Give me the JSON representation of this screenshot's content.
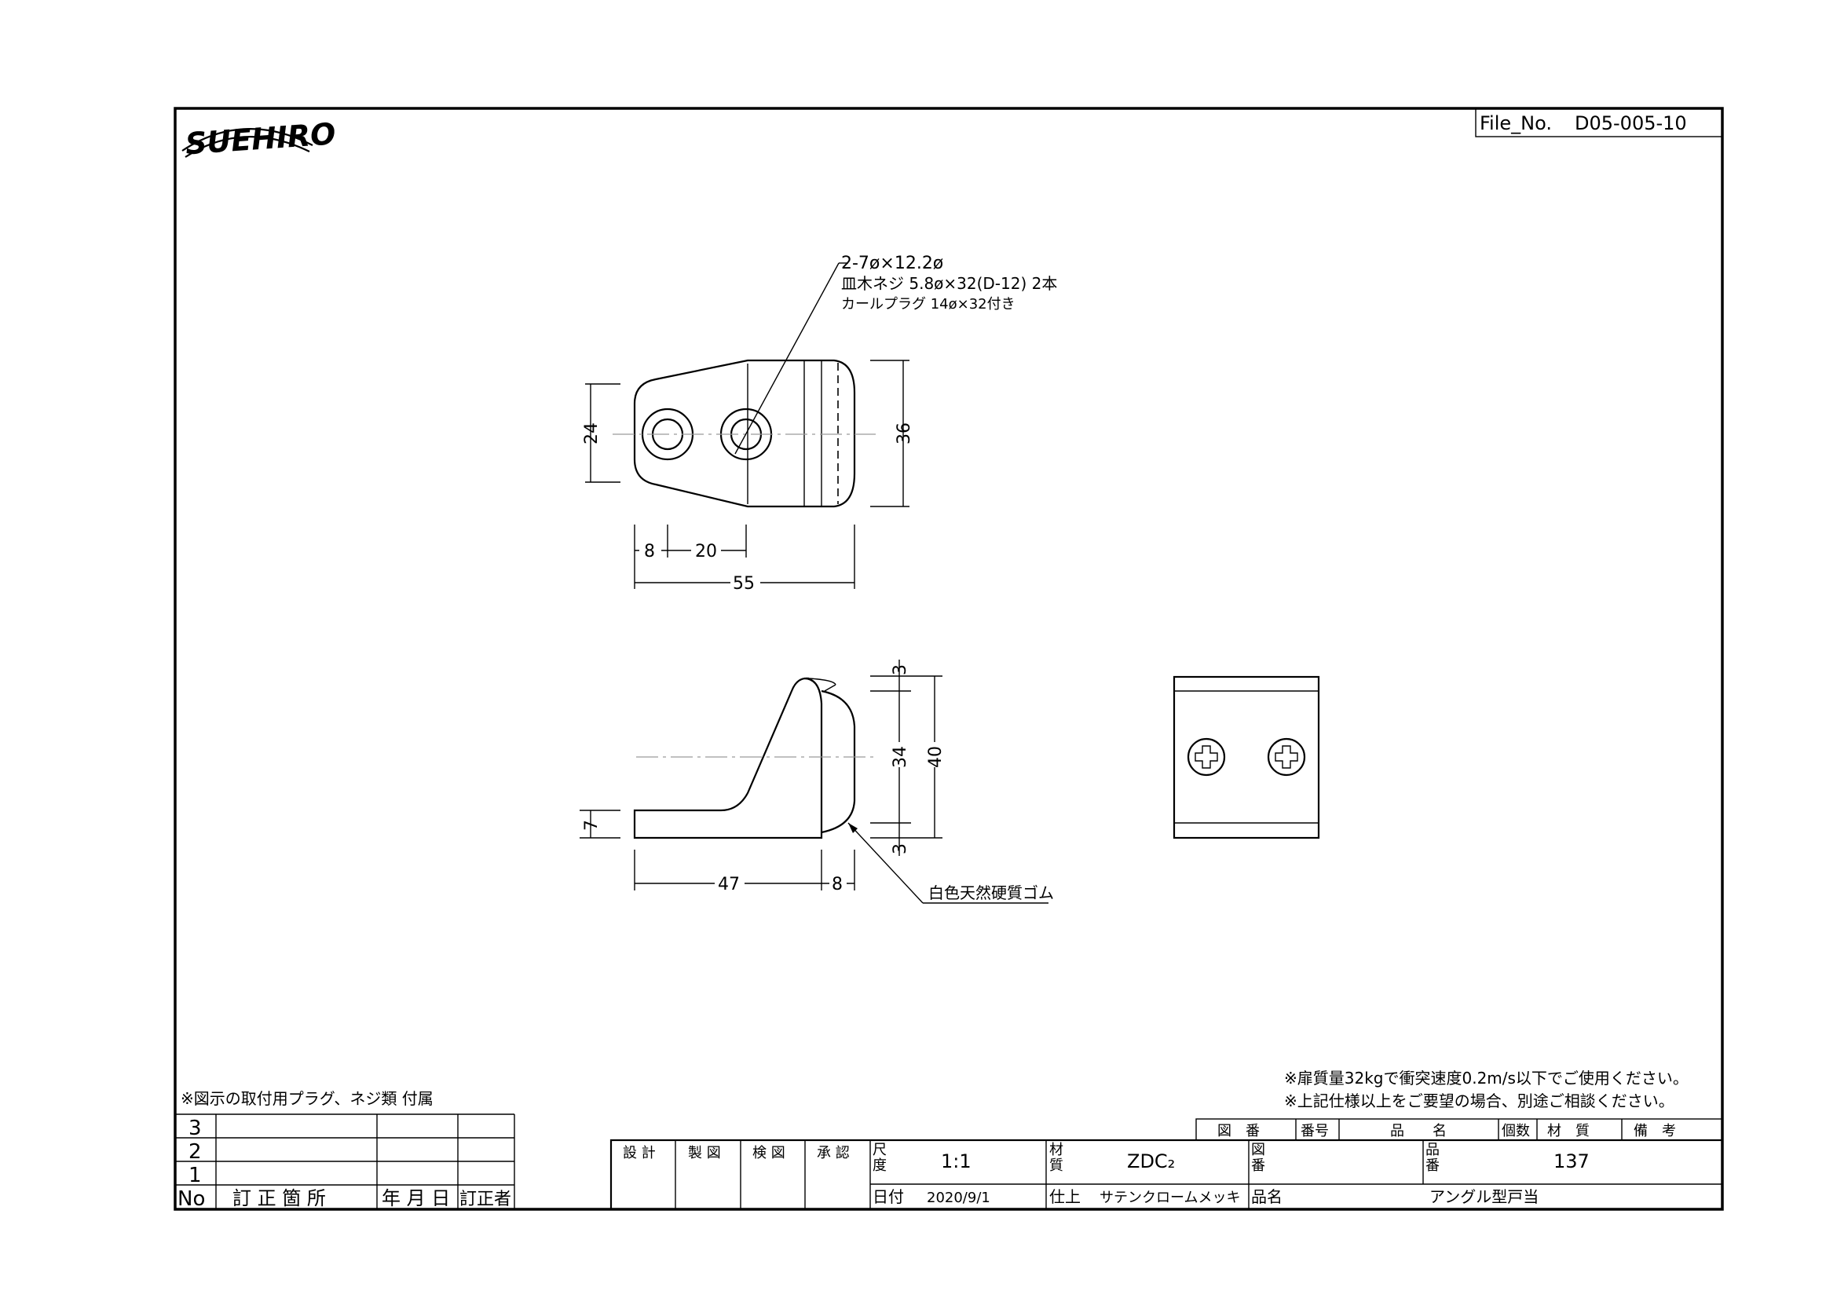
{
  "header": {
    "logo_text": "SUEHIRO",
    "file_no_label": "File_No.",
    "file_no_value": "D05-005-10"
  },
  "callout_hole": {
    "line1": "2-7ø×12.2ø",
    "line2": "皿木ネジ 5.8ø×32(D-12) 2本",
    "line3": "カールプラグ 14ø×32付き"
  },
  "callout_rubber": "白色天然硬質ゴム",
  "dimensions": {
    "top_height_left": "24",
    "top_height_right": "36",
    "top_w1": "8",
    "top_w2": "20",
    "top_total": "55",
    "side_top_gap": "3",
    "side_inner": "34",
    "side_total": "40",
    "side_bottom_gap": "3",
    "side_base": "7",
    "side_length": "47",
    "side_rubber": "8"
  },
  "notes": {
    "accessories": "※図示の取付用プラグ、ネジ類 付属",
    "load": "※扉質量32kgで衝突速度0.2m/s以下でご使用ください。",
    "consult": "※上記仕様以上をご要望の場合、別途ご相談ください。"
  },
  "revision_table": {
    "rows": [
      "3",
      "2",
      "1"
    ],
    "headers": [
      "No",
      "訂 正 箇 所",
      "年 月 日",
      "訂正者"
    ]
  },
  "approvals": [
    "設 計",
    "製 図",
    "検 図",
    "承 認"
  ],
  "title_block": {
    "scale_label_1": "尺",
    "scale_label_2": "度",
    "scale_value": "1:1",
    "material_label_1": "材",
    "material_label_2": "質",
    "material_value": "ZDC₂",
    "drawing_no_label_1": "図",
    "drawing_no_label_2": "番",
    "part_no_label_1": "品",
    "part_no_label_2": "番",
    "part_no_value": "137",
    "date_label": "日付",
    "date_value": "2020/9/1",
    "finish_label": "仕上",
    "finish_value": "サテンクロームメッキ",
    "name_label": "品名",
    "name_value": "アングル型戸当"
  },
  "parts_list_header": [
    "図　番",
    "番号",
    "品　　名",
    "個数",
    "材　質",
    "備　考"
  ]
}
